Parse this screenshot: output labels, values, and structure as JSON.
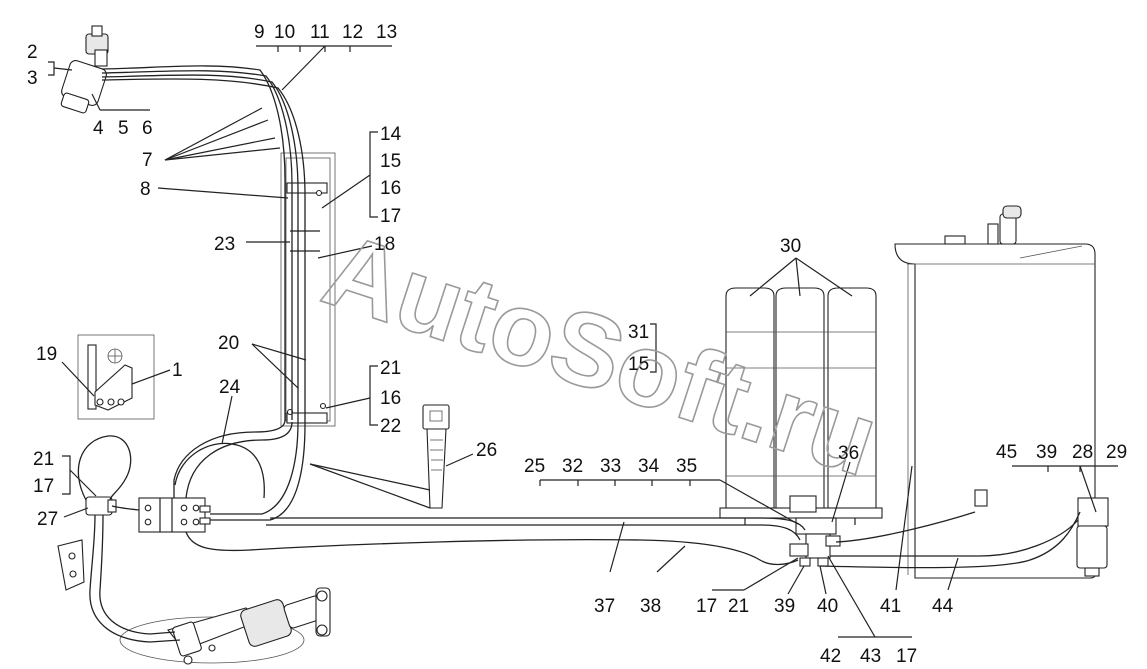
{
  "watermark": "AutoSoft.ru",
  "callouts": {
    "n1": "1",
    "n2": "2",
    "n3": "3",
    "n4": "4",
    "n5": "5",
    "n6": "6",
    "n7": "7",
    "n8": "8",
    "n9": "9",
    "n10": "10",
    "n11": "11",
    "n12": "12",
    "n13": "13",
    "n14": "14",
    "n15a": "15",
    "n15b": "15",
    "n16a": "16",
    "n16b": "16",
    "n17a": "17",
    "n17b": "17",
    "n17c": "17",
    "n17d": "17",
    "n18": "18",
    "n19": "19",
    "n20": "20",
    "n21a": "21",
    "n21b": "21",
    "n21c": "21",
    "n22": "22",
    "n23": "23",
    "n24": "24",
    "n25": "25",
    "n26": "26",
    "n27": "27",
    "n28": "28",
    "n29": "29",
    "n30": "30",
    "n31": "31",
    "n32": "32",
    "n33": "33",
    "n34": "34",
    "n35": "35",
    "n36": "36",
    "n37": "37",
    "n38": "38",
    "n39a": "39",
    "n39b": "39",
    "n40": "40",
    "n41": "41",
    "n42": "42",
    "n43": "43",
    "n44": "44",
    "n45": "45"
  }
}
